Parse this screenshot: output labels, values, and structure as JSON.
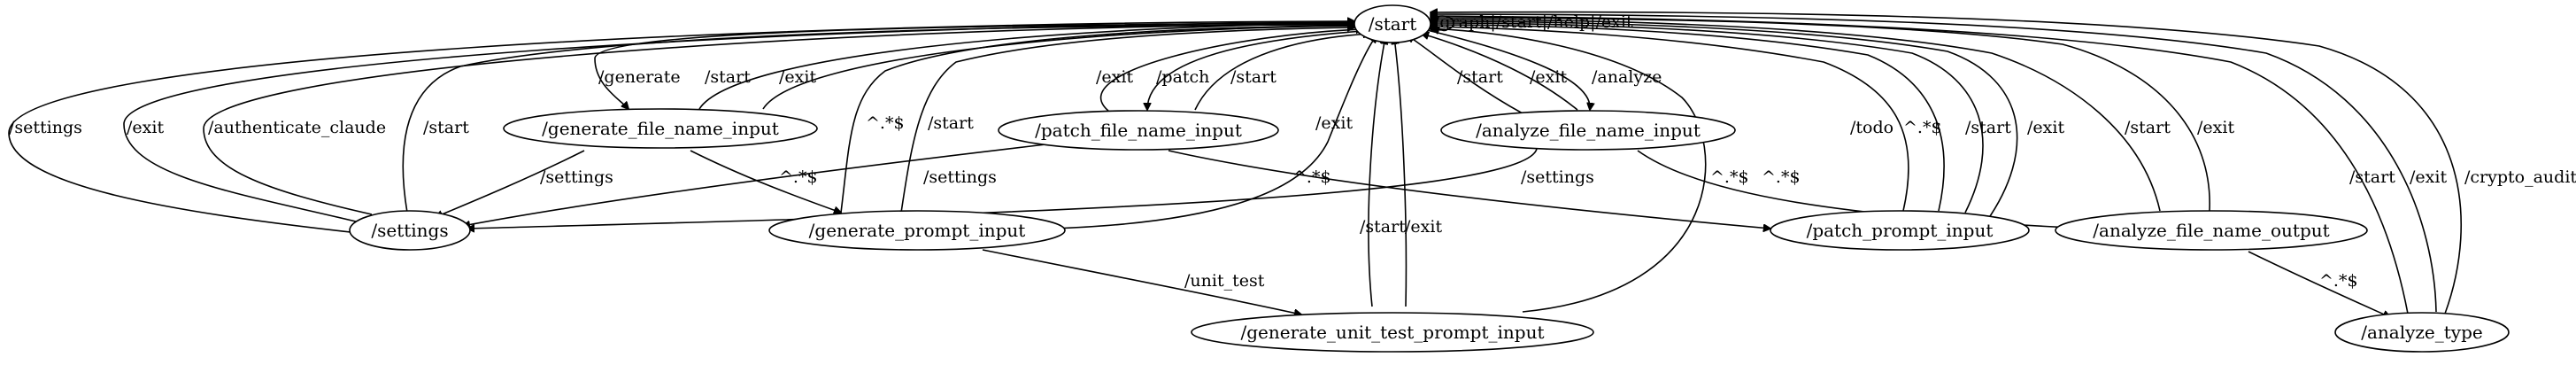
{
  "nodes": [
    {
      "id": "start",
      "label": "/start"
    },
    {
      "id": "generate_file_name_input",
      "label": "/generate_file_name_input"
    },
    {
      "id": "patch_file_name_input",
      "label": "/patch_file_name_input"
    },
    {
      "id": "analyze_file_name_input",
      "label": "/analyze_file_name_input"
    },
    {
      "id": "settings",
      "label": "/settings"
    },
    {
      "id": "generate_prompt_input",
      "label": "/generate_prompt_input"
    },
    {
      "id": "patch_prompt_input",
      "label": "/patch_prompt_input"
    },
    {
      "id": "analyze_file_name_output",
      "label": "/analyze_file_name_output"
    },
    {
      "id": "generate_unit_test_prompt_input",
      "label": "/generate_unit_test_prompt_input"
    },
    {
      "id": "analyze_type",
      "label": "/analyze_type"
    }
  ],
  "edges": [
    {
      "id": "e-start-self",
      "from": "start",
      "to": "start",
      "label": "/graph|/start|/help|/exit"
    },
    {
      "id": "e-start-generate",
      "from": "start",
      "to": "generate_file_name_input",
      "label": "/generate"
    },
    {
      "id": "e-gen-start",
      "from": "generate_file_name_input",
      "to": "start",
      "label": "/start"
    },
    {
      "id": "e-gen-exit",
      "from": "generate_file_name_input",
      "to": "start",
      "label": "/exit"
    },
    {
      "id": "e-patch-exit",
      "from": "patch_file_name_input",
      "to": "start",
      "label": "/exit"
    },
    {
      "id": "e-start-patch",
      "from": "start",
      "to": "patch_file_name_input",
      "label": "/patch"
    },
    {
      "id": "e-patch-start",
      "from": "patch_file_name_input",
      "to": "start",
      "label": "/start"
    },
    {
      "id": "e-analyze-start",
      "from": "analyze_file_name_input",
      "to": "start",
      "label": "/start"
    },
    {
      "id": "e-analyze-exit",
      "from": "analyze_file_name_input",
      "to": "start",
      "label": "/exit"
    },
    {
      "id": "e-start-analyze",
      "from": "start",
      "to": "analyze_file_name_input",
      "label": "/analyze"
    },
    {
      "id": "e-settings-start-1",
      "from": "settings",
      "to": "start",
      "label": "/settings"
    },
    {
      "id": "e-settings-exit",
      "from": "settings",
      "to": "start",
      "label": "/exit"
    },
    {
      "id": "e-settings-auth",
      "from": "settings",
      "to": "start",
      "label": "/authenticate_claude"
    },
    {
      "id": "e-settings-start-2",
      "from": "settings",
      "to": "start",
      "label": "/start"
    },
    {
      "id": "e-gen-settings",
      "from": "generate_file_name_input",
      "to": "settings",
      "label": "/settings"
    },
    {
      "id": "e-gen-prompt",
      "from": "generate_file_name_input",
      "to": "generate_prompt_input",
      "label": "^.*$"
    },
    {
      "id": "e-genprompt-re",
      "from": "generate_prompt_input",
      "to": "start",
      "label": "^.*$"
    },
    {
      "id": "e-genprompt-start",
      "from": "generate_prompt_input",
      "to": "start",
      "label": "/start"
    },
    {
      "id": "e-patch-settings",
      "from": "patch_file_name_input",
      "to": "settings",
      "label": "/settings"
    },
    {
      "id": "e-patch-prompt",
      "from": "patch_file_name_input",
      "to": "patch_prompt_input",
      "label": "^.*$"
    },
    {
      "id": "e-genprompt-exit",
      "from": "generate_prompt_input",
      "to": "start",
      "label": "/exit"
    },
    {
      "id": "e-genprompt-unit",
      "from": "generate_prompt_input",
      "to": "generate_unit_test_prompt_input",
      "label": "/unit_test"
    },
    {
      "id": "e-unit-start",
      "from": "generate_unit_test_prompt_input",
      "to": "start",
      "label": "/start"
    },
    {
      "id": "e-unit-exit",
      "from": "generate_unit_test_prompt_input",
      "to": "start",
      "label": "/exit"
    },
    {
      "id": "e-unit-re",
      "from": "generate_unit_test_prompt_input",
      "to": "start",
      "label": "^.*$"
    },
    {
      "id": "e-analyze-settings",
      "from": "analyze_file_name_input",
      "to": "settings",
      "label": "/settings"
    },
    {
      "id": "e-analyze-output",
      "from": "analyze_file_name_input",
      "to": "analyze_file_name_output",
      "label": "^.*$"
    },
    {
      "id": "e-patchprompt-todo",
      "from": "patch_prompt_input",
      "to": "start",
      "label": "/todo"
    },
    {
      "id": "e-patchprompt-re",
      "from": "patch_prompt_input",
      "to": "start",
      "label": "^.*$"
    },
    {
      "id": "e-patchprompt-start",
      "from": "patch_prompt_input",
      "to": "start",
      "label": "/start"
    },
    {
      "id": "e-patchprompt-exit",
      "from": "patch_prompt_input",
      "to": "start",
      "label": "/exit"
    },
    {
      "id": "e-output-start",
      "from": "analyze_file_name_output",
      "to": "start",
      "label": "/start"
    },
    {
      "id": "e-output-exit",
      "from": "analyze_file_name_output",
      "to": "start",
      "label": "/exit"
    },
    {
      "id": "e-output-type",
      "from": "analyze_file_name_output",
      "to": "analyze_type",
      "label": "^.*$"
    },
    {
      "id": "e-type-start",
      "from": "analyze_type",
      "to": "start",
      "label": "/start"
    },
    {
      "id": "e-type-exit",
      "from": "analyze_type",
      "to": "start",
      "label": "/exit"
    },
    {
      "id": "e-type-audit",
      "from": "analyze_type",
      "to": "start",
      "label": "/crypto_audit"
    }
  ]
}
